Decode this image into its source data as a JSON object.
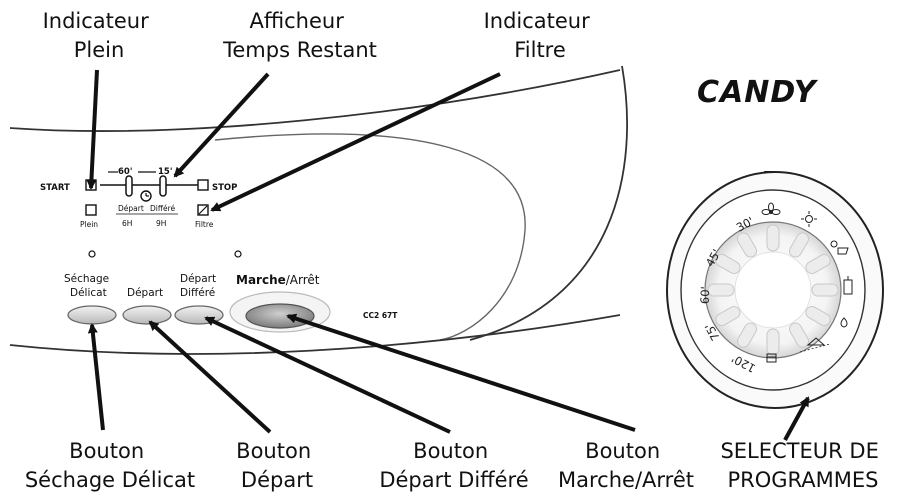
{
  "callouts": {
    "indicateur_plein": [
      "Indicateur",
      "Plein"
    ],
    "afficheur": [
      "Afficheur",
      "Temps Restant"
    ],
    "indicateur_filtre": [
      "Indicateur",
      "Filtre"
    ],
    "bouton_sechage": [
      "Bouton",
      "Séchage Délicat"
    ],
    "bouton_depart": [
      "Bouton",
      "Départ"
    ],
    "bouton_depart_differe": [
      "Bouton",
      "Départ Différé"
    ],
    "bouton_marche": [
      "Bouton",
      "Marche/Arrêt"
    ],
    "selecteur": [
      "SELECTEUR DE",
      "PROGRAMMES"
    ]
  },
  "brand": "CANDY",
  "panel": {
    "start": "START",
    "stop": "STOP",
    "time_60": "60'",
    "time_15": "15'",
    "plein": "Plein",
    "depart": "Départ",
    "differe": "Différé",
    "h6": "6H",
    "h9": "9H",
    "filtre": "Filtre",
    "model": "CC2 67T"
  },
  "buttons": {
    "sechage": [
      "Séchage",
      "Délicat"
    ],
    "depart": "Départ",
    "depart_differe": [
      "Départ",
      "Différé"
    ],
    "marche": "Marche",
    "arret": "/Arrêt"
  },
  "dial": {
    "marks": [
      "30'",
      "45'",
      "60'",
      "75'",
      "120'"
    ]
  }
}
